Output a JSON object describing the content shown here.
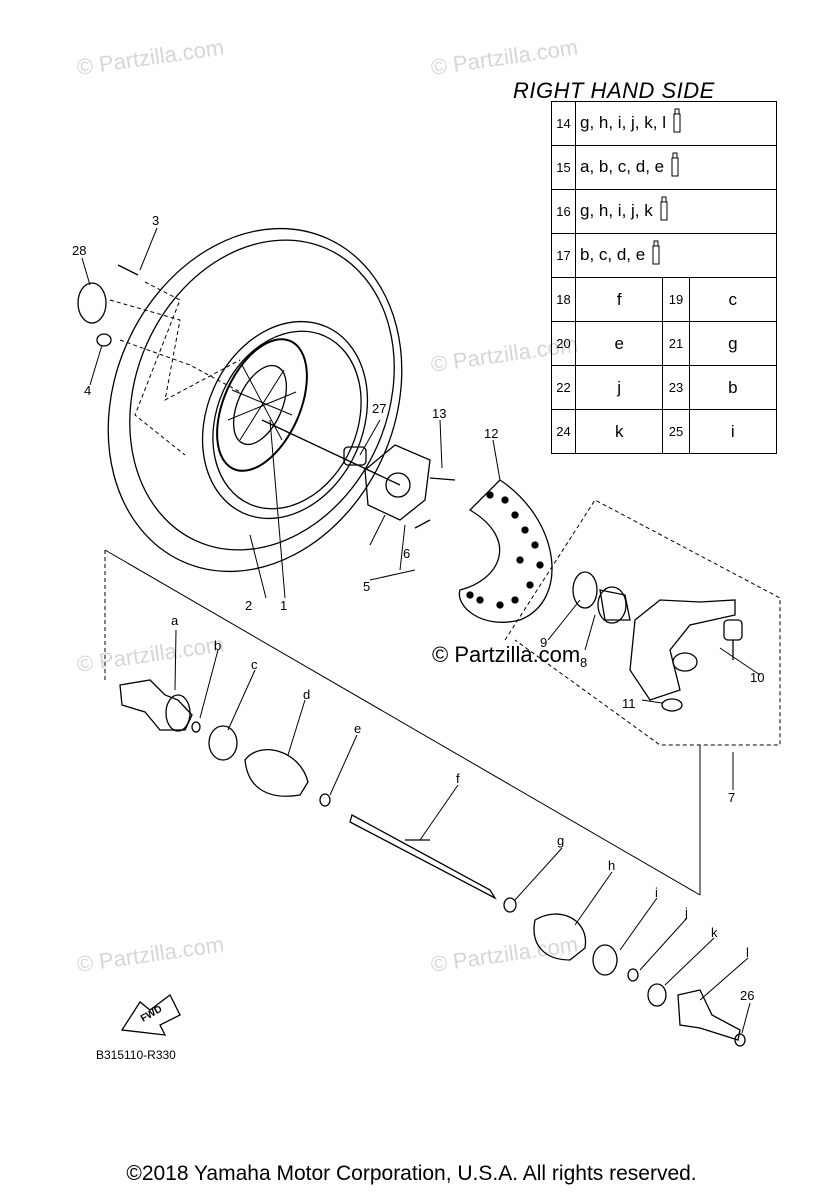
{
  "watermark": "© Partzilla.com",
  "diagram_code": "B315110-R330",
  "fwd_label": "FWD",
  "copyright": "©2018 Yamaha Motor Corporation, U.S.A. All rights reserved.",
  "table": {
    "title": "RIGHT HAND SIDE",
    "wide_rows": [
      {
        "num": "14",
        "text": "g, h, i, j, k, l",
        "icon": "tube-icon"
      },
      {
        "num": "15",
        "text": "a, b, c, d, e",
        "icon": "tube-icon"
      },
      {
        "num": "16",
        "text": "g, h, i, j, k",
        "icon": "tube-icon"
      },
      {
        "num": "17",
        "text": "b, c, d, e",
        "icon": "tube-icon"
      }
    ],
    "pair_rows": [
      {
        "n1": "18",
        "v1": "f",
        "n2": "19",
        "v2": "c"
      },
      {
        "n1": "20",
        "v1": "e",
        "n2": "21",
        "v2": "g"
      },
      {
        "n1": "22",
        "v1": "j",
        "n2": "23",
        "v2": "b"
      },
      {
        "n1": "24",
        "v1": "k",
        "n2": "25",
        "v2": "i"
      }
    ]
  },
  "callouts": {
    "c1": "1",
    "c2": "2",
    "c3": "3",
    "c4": "4",
    "c5": "5",
    "c6": "6",
    "c7": "7",
    "c8": "8",
    "c9": "9",
    "c10": "10",
    "c11": "11",
    "c12": "12",
    "c13": "13",
    "c26": "26",
    "c27": "27",
    "c28": "28",
    "a": "a",
    "b": "b",
    "c": "c",
    "d": "d",
    "e": "e",
    "f": "f",
    "g": "g",
    "h": "h",
    "i": "i",
    "j": "j",
    "k": "k",
    "l": "l"
  }
}
